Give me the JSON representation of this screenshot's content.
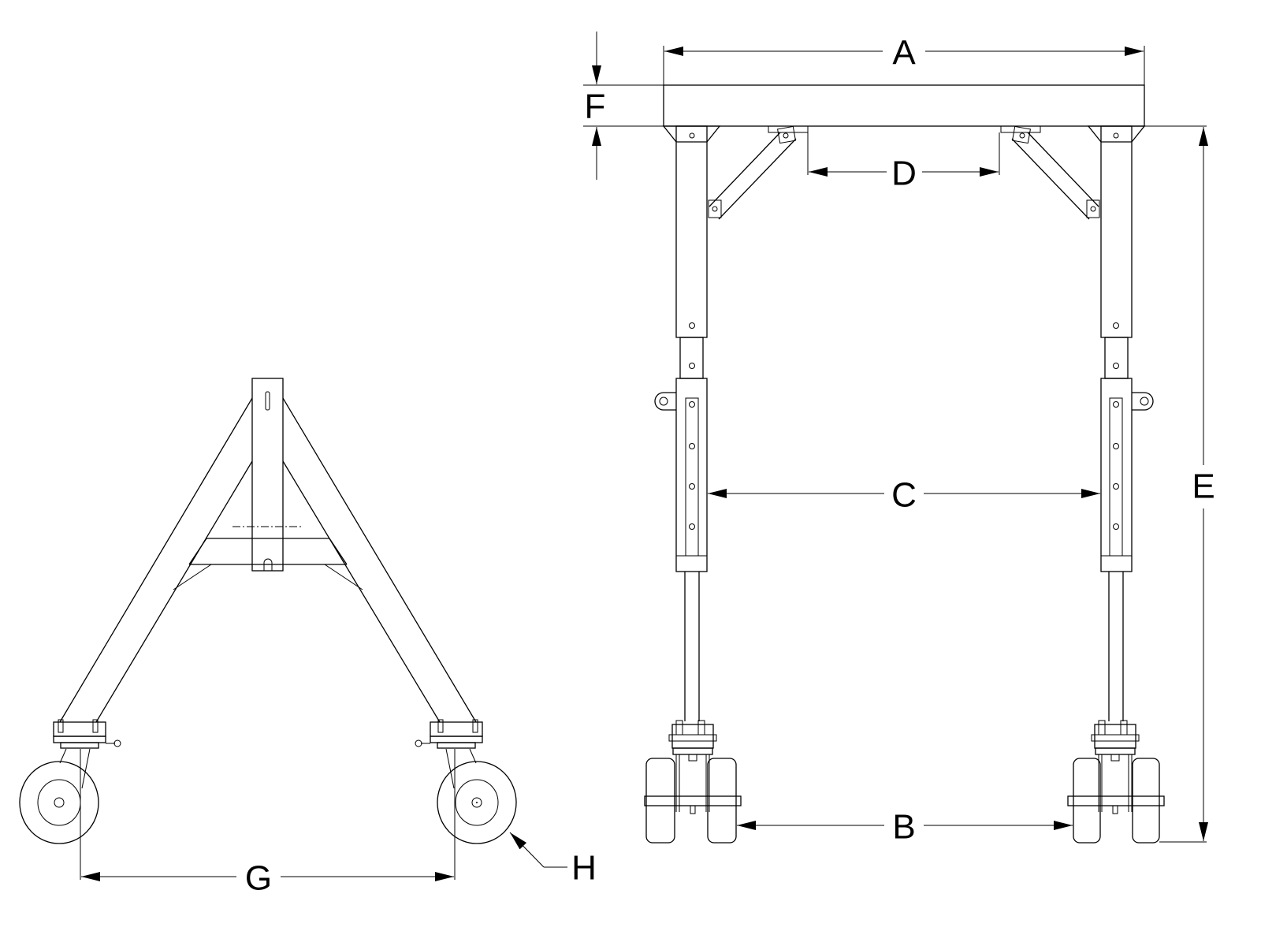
{
  "drawing": {
    "dimension_labels": {
      "A": "A",
      "B": "B",
      "C": "C",
      "D": "D",
      "E": "E",
      "F": "F",
      "G": "G",
      "H": "H"
    },
    "line_color": "#000000",
    "background_color": "#ffffff"
  }
}
